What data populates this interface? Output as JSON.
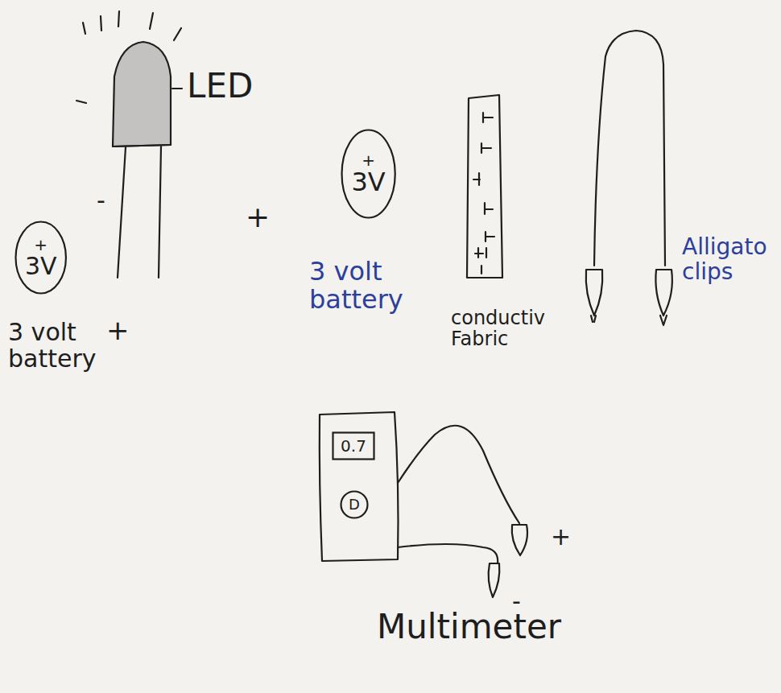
{
  "diagram": {
    "nodes": [
      {
        "text": [
          "+",
          "3V"
        ]
      },
      {
        "text": [
          "+",
          "3V"
        ]
      },
      {
        "text": [
          "0.7"
        ]
      },
      {
        "text": [
          "D"
        ]
      }
    ],
    "labels": [
      "LED",
      "-",
      "+",
      "3 volt battery",
      "+",
      "3 volt battery",
      "conductiv Fabric",
      "Alligato clips",
      "+",
      "-",
      "Multimeter"
    ]
  }
}
